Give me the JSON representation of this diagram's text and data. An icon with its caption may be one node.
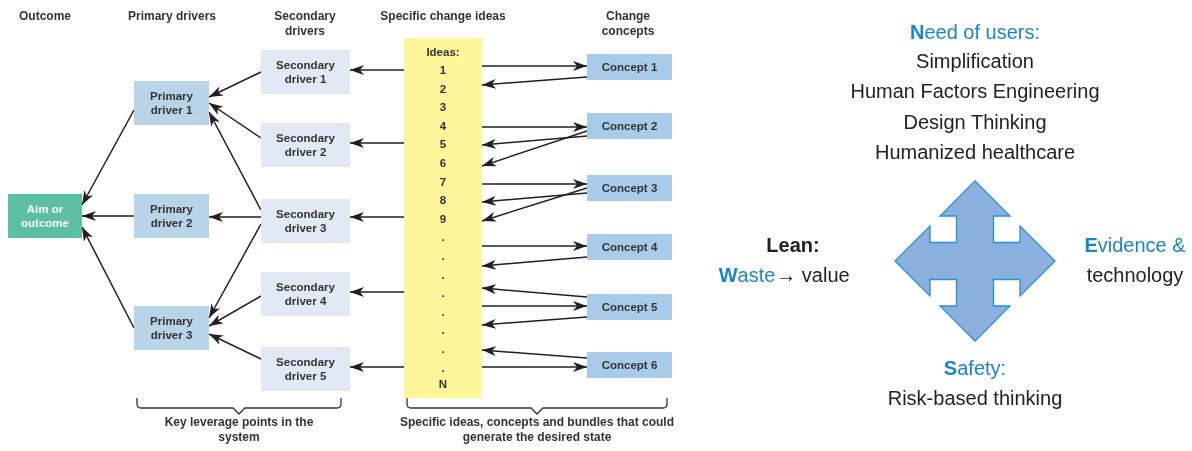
{
  "diagram": {
    "nodes": [
      {
        "text": [
          "Aim or outcome"
        ]
      },
      {
        "text": [
          "Primary driver 1"
        ]
      },
      {
        "text": [
          "Primary driver 2"
        ]
      },
      {
        "text": [
          "Primary driver 3"
        ]
      },
      {
        "text": [
          "Secondary driver 1"
        ]
      },
      {
        "text": [
          "Secondary driver 2"
        ]
      },
      {
        "text": [
          "Secondary driver 3"
        ]
      },
      {
        "text": [
          "Secondary driver 4"
        ]
      },
      {
        "text": [
          "Secondary driver 5"
        ]
      },
      {
        "text": [
          "Ideas:",
          "1",
          "2",
          "3",
          "4",
          "5",
          "6",
          "7",
          "8",
          "9",
          ".",
          ".",
          ".",
          ".",
          ".",
          ".",
          ".",
          ".",
          "N"
        ]
      },
      {
        "text": [
          "Concept 1"
        ]
      },
      {
        "text": [
          "Concept 2"
        ]
      },
      {
        "text": [
          "Concept 3"
        ]
      },
      {
        "text": [
          "Concept 4"
        ]
      },
      {
        "text": [
          "Concept 5"
        ]
      },
      {
        "text": [
          "Concept 6"
        ]
      }
    ],
    "edges": [
      {
        "from": 1,
        "to": 0,
        "arrow": "to"
      },
      {
        "from": 2,
        "to": 0,
        "arrow": "to"
      },
      {
        "from": 3,
        "to": 0,
        "arrow": "to"
      },
      {
        "from": 4,
        "to": 1,
        "arrow": "to"
      },
      {
        "from": 5,
        "to": 1,
        "arrow": "to"
      },
      {
        "from": 6,
        "to": 1,
        "arrow": "to"
      },
      {
        "from": 6,
        "to": 2,
        "arrow": "to"
      },
      {
        "from": 6,
        "to": 3,
        "arrow": "to"
      },
      {
        "from": 7,
        "to": 3,
        "arrow": "to"
      },
      {
        "from": 8,
        "to": 3,
        "arrow": "to"
      },
      {
        "from": 9,
        "to": 4,
        "arrow": "to"
      },
      {
        "from": 9,
        "to": 5,
        "arrow": "to"
      },
      {
        "from": 9,
        "to": 6,
        "arrow": "to"
      },
      {
        "from": 9,
        "to": 7,
        "arrow": "to"
      },
      {
        "from": 9,
        "to": 8,
        "arrow": "to"
      },
      {
        "from": 9,
        "to": 10,
        "arrow": "to"
      },
      {
        "from": 10,
        "to": 9,
        "arrow": "to"
      },
      {
        "from": 9,
        "to": 11,
        "arrow": "to"
      },
      {
        "from": 11,
        "to": 9,
        "arrow": "to"
      },
      {
        "from": 11,
        "to": 9,
        "arrow": "to"
      },
      {
        "from": 9,
        "to": 12,
        "arrow": "to"
      },
      {
        "from": 12,
        "to": 9,
        "arrow": "to"
      },
      {
        "from": 12,
        "to": 9,
        "arrow": "to"
      },
      {
        "from": 9,
        "to": 13,
        "arrow": "to"
      },
      {
        "from": 13,
        "to": 9,
        "arrow": "to"
      },
      {
        "from": 14,
        "to": 9,
        "arrow": "to"
      },
      {
        "from": 9,
        "to": 14,
        "arrow": "to"
      },
      {
        "from": 14,
        "to": 9,
        "arrow": "to"
      },
      {
        "from": 15,
        "to": 9,
        "arrow": "to"
      },
      {
        "from": 9,
        "to": 15,
        "arrow": "to"
      }
    ],
    "labels": [
      "Outcome",
      "Primary drivers",
      "Secondary drivers",
      "Specific change ideas",
      "Change concepts",
      "**N**eed of users:",
      "Simplification",
      "Human Factors Engineering",
      "Design Thinking",
      "Humanized healthcare",
      "Lean:",
      "**W**aste",
      "→ value",
      "**E**vidence &",
      "technology",
      "**S**afety:",
      "Risk-based thinking",
      "Key leverage points in the system",
      "Specific ideas, concepts and bundles that could generate the desired state"
    ]
  }
}
